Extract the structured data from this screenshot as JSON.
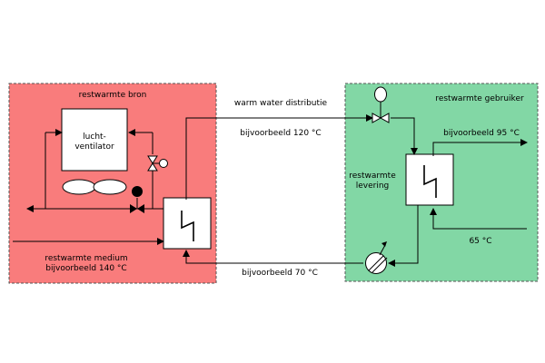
{
  "source_panel": {
    "title": "restwarmte bron",
    "fan_label_line1": "lucht-",
    "fan_label_line2": "ventilator",
    "medium_line1": "restwarmte medium",
    "medium_line2": "bijvoorbeeld 140 °C"
  },
  "distribution": {
    "title": "warm water distributie",
    "supply_temp": "bijvoorbeeld 120 °C",
    "return_temp": "bijvoorbeeld 70 °C"
  },
  "user_panel": {
    "title": "restwarmte gebruiker",
    "delivery_line1": "restwarmte",
    "delivery_line2": "levering",
    "out_temp": "bijvoorbeeld 95 °C",
    "in_temp": "65 °C"
  },
  "colors": {
    "source_fill": "#f97c7c",
    "user_fill": "#82d7a5",
    "line": "#000000"
  }
}
